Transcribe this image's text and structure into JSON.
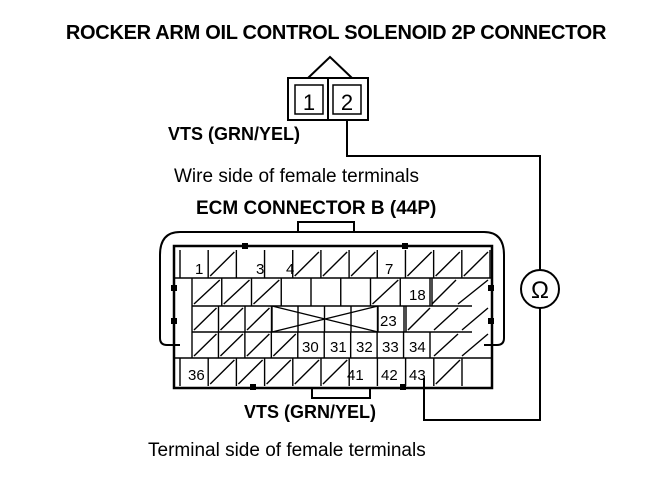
{
  "title": "ROCKER ARM OIL CONTROL SOLENOID 2P CONNECTOR",
  "solenoid_connector": {
    "pin1": "1",
    "pin2": "2"
  },
  "wire_label_top": "VTS (GRN/YEL)",
  "wire_side_label": "Wire side of female terminals",
  "ecm_connector_label": "ECM CONNECTOR B (44P)",
  "ecm_pins": {
    "p1": "1",
    "p3": "3",
    "p4": "4",
    "p7": "7",
    "p18": "18",
    "p23": "23",
    "p30": "30",
    "p31": "31",
    "p32": "32",
    "p33": "33",
    "p34": "34",
    "p36": "36",
    "p41": "41",
    "p42": "42",
    "p43": "43"
  },
  "ohmmeter_symbol": "Ω",
  "wire_label_bottom": "VTS (GRN/YEL)",
  "terminal_side_label": "Terminal side of female terminals"
}
